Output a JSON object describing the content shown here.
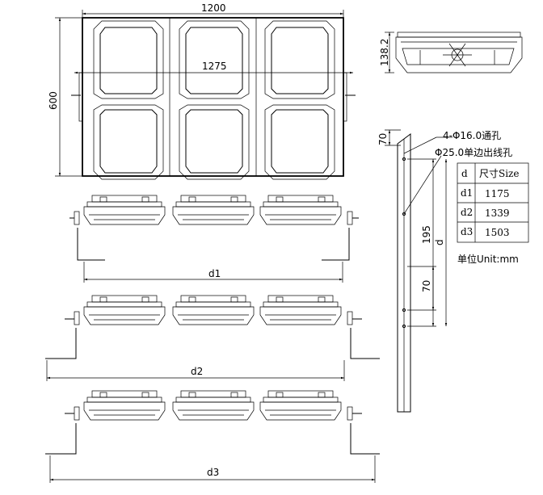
{
  "dimensions": {
    "top_width": "1200",
    "inner_width": "1275",
    "height": "600",
    "depth": "138.2",
    "d1": "d1",
    "d2": "d2",
    "d3": "d3",
    "hole_offset_top": "70",
    "hole_spacing_195": "195",
    "hole_offset_70": "70",
    "d_label": "d"
  },
  "notes": {
    "holes_16": "4-Φ16.0通孔",
    "hole_25": "Φ25.0单边出线孔",
    "unit": "单位Unit:mm"
  },
  "size_table": {
    "headers": [
      "d",
      "尺寸Size"
    ],
    "rows": [
      [
        "d1",
        "1175"
      ],
      [
        "d2",
        "1339"
      ],
      [
        "d3",
        "1503"
      ]
    ]
  }
}
